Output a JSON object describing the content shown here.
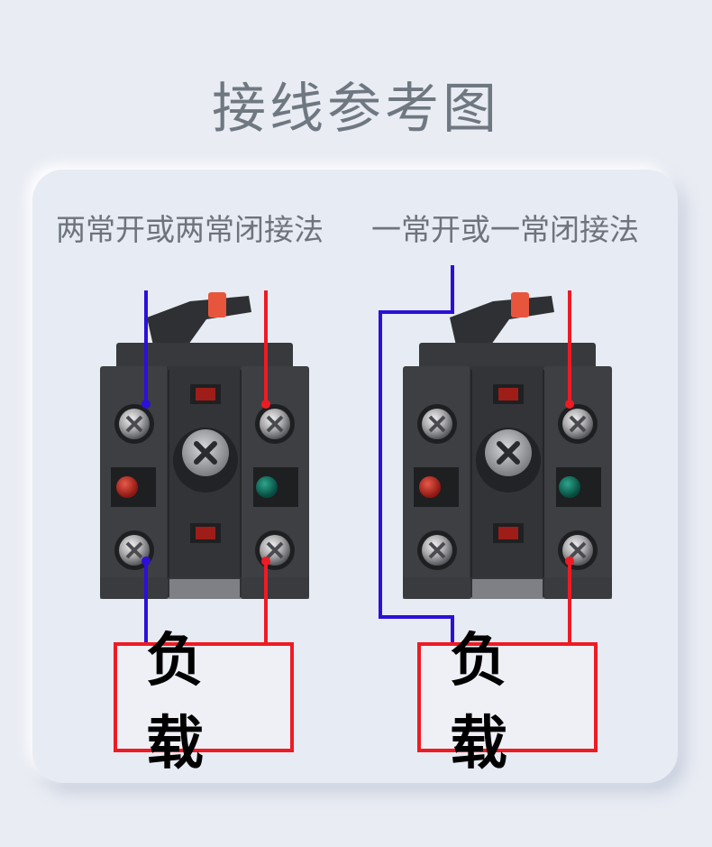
{
  "title": "接线参考图",
  "left_panel": {
    "caption": "两常开或两常闭接法",
    "load_label": "负 载"
  },
  "right_panel": {
    "caption": "一常开或一常闭接法",
    "load_label": "负 载"
  },
  "colors": {
    "blue_wire": "#2b10d8",
    "red_wire": "#ee1b24",
    "switch_body": "#3e3f42",
    "red_indicator": "#c0241f",
    "green_indicator": "#0e6d5c",
    "accent_tab": "#e8553d"
  }
}
